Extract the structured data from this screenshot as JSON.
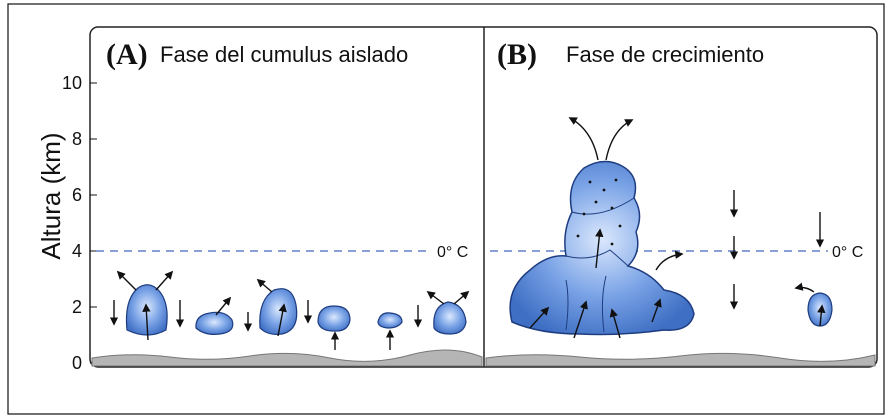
{
  "panel_a": {
    "letter": "(A)",
    "title": "Fase del cumulus aislado"
  },
  "panel_b": {
    "letter": "(B)",
    "title": "Fase de crecimiento"
  },
  "y_axis": {
    "label": "Altura (km)",
    "ticks": [
      "0",
      "2",
      "4",
      "6",
      "8",
      "10"
    ]
  },
  "isotherm": {
    "label": "0° C",
    "height_km": 4
  },
  "colors": {
    "cloud": "#4f7fcf",
    "cloud_light": "#cfe0fb",
    "isotherm": "#8a9fd6",
    "ground": "#b5b5b5"
  }
}
